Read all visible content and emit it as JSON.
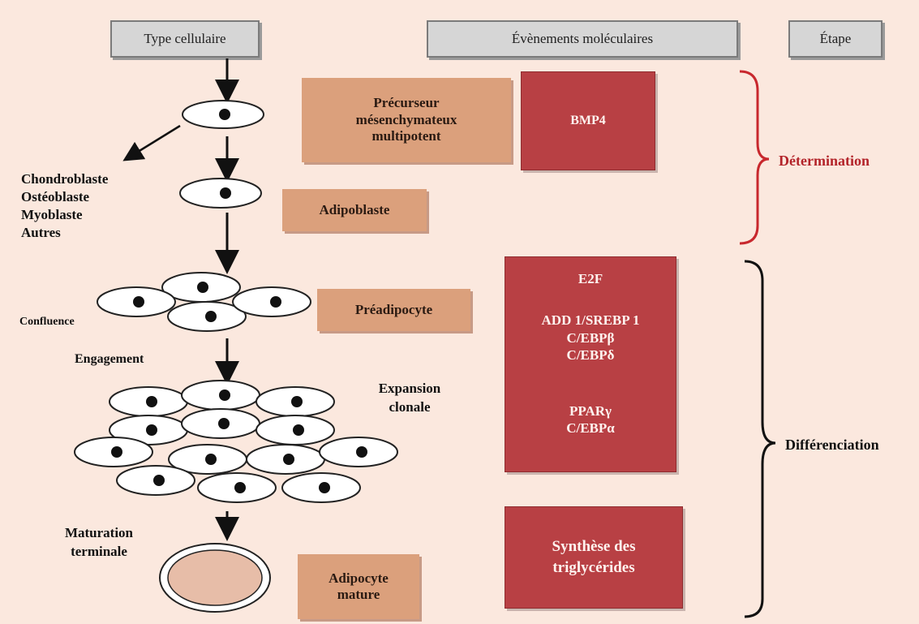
{
  "headers": {
    "cell_type": "Type cellulaire",
    "molecular_events": "Évènements moléculaires",
    "stage": "Étape"
  },
  "cell_labels": {
    "progenitor_precursor": "Précurseur mésenchymateux multipotent",
    "adipoblast": "Adipoblaste",
    "preadipocyte": "Préadipocyte",
    "mature_adipocyte": "Adipocyte mature"
  },
  "alternatives": {
    "lines": [
      "Chondroblaste",
      "Ostéoblaste",
      "Myoblaste",
      "Autres"
    ]
  },
  "process_labels": {
    "confluence": "Confluence",
    "engagement": "Engagement",
    "clonal_expansion": "Expansion clonale",
    "terminal_maturation": "Maturation terminale"
  },
  "molecular": {
    "bmp": "BMP4",
    "factors_a": [
      "E2F",
      "ADD 1/SREBP 1",
      "C/EBPβ",
      "C/EBPδ"
    ],
    "factors_b": [
      "PPARγ",
      "C/EBPα"
    ],
    "triglycerides": "Synthèse des triglycérides"
  },
  "stages": {
    "determination": "Détermination",
    "differentiation": "Différenciation"
  },
  "colors": {
    "background": "#fbe8de",
    "tan_box": "#dba07c",
    "red_box": "#b84044",
    "determination_bracket": "#c8282e",
    "header_box": "#d6d6d6"
  }
}
